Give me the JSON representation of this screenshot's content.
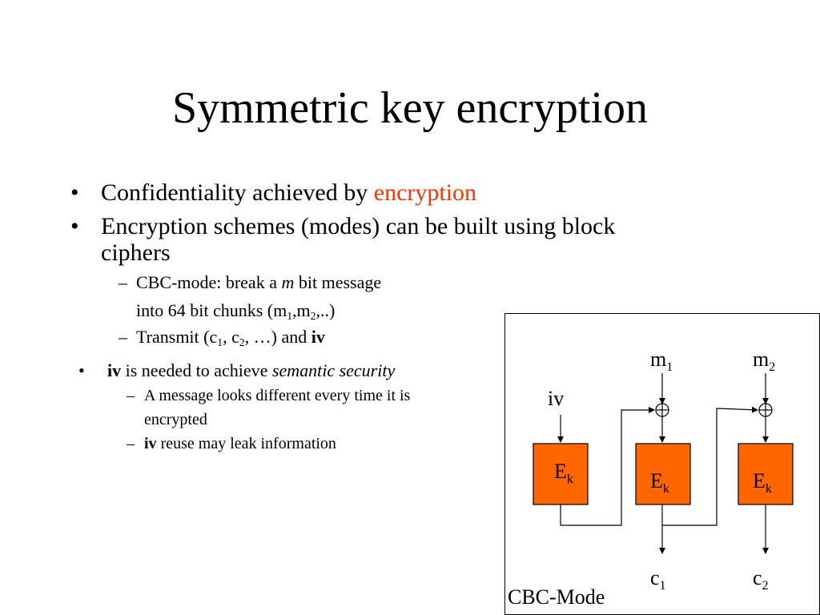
{
  "slide": {
    "title": "Symmetric key encryption",
    "bullets": [
      {
        "marker": "•",
        "text": "Confidentiality achieved by ",
        "highlight": "encryption"
      },
      {
        "marker": "•",
        "text_line1": "Encryption schemes (modes) can be built using block",
        "text_line2": "ciphers"
      }
    ],
    "cbc_sub": {
      "marker": "–",
      "part1": "CBC-mode: break a ",
      "italic_m": "m",
      "part2": " bit message",
      "line2_prefix": "into 64 bit chunks (m",
      "sub1": "1",
      "comma": ",m",
      "sub2": "2",
      "line2_suffix": ",..)"
    },
    "transmit_sub": {
      "marker": "–",
      "prefix": "Transmit (c",
      "sub1": "1",
      "mid": ", c",
      "sub2": "2",
      "suffix": ", …) and ",
      "bold": "iv"
    },
    "iv_bullet": {
      "marker": "•",
      "bold": "iv",
      "text": " is needed to achieve ",
      "italic": "semantic security"
    },
    "iv_subs": [
      {
        "marker": "–",
        "line1": "A message looks different every time it is",
        "line2": "encrypted"
      },
      {
        "marker": "–",
        "bold": "iv",
        "text": " reuse may leak information"
      }
    ]
  },
  "diagram": {
    "caption": "CBC-Mode",
    "iv_label": "iv",
    "block_base": "E",
    "block_sub": "k",
    "message_base": "m",
    "cipher_base": "c",
    "indices": [
      "1",
      "2"
    ],
    "colors": {
      "block_fill": "#ff6600",
      "block_stroke": "#000000",
      "accent_text": "#ff3300"
    }
  }
}
